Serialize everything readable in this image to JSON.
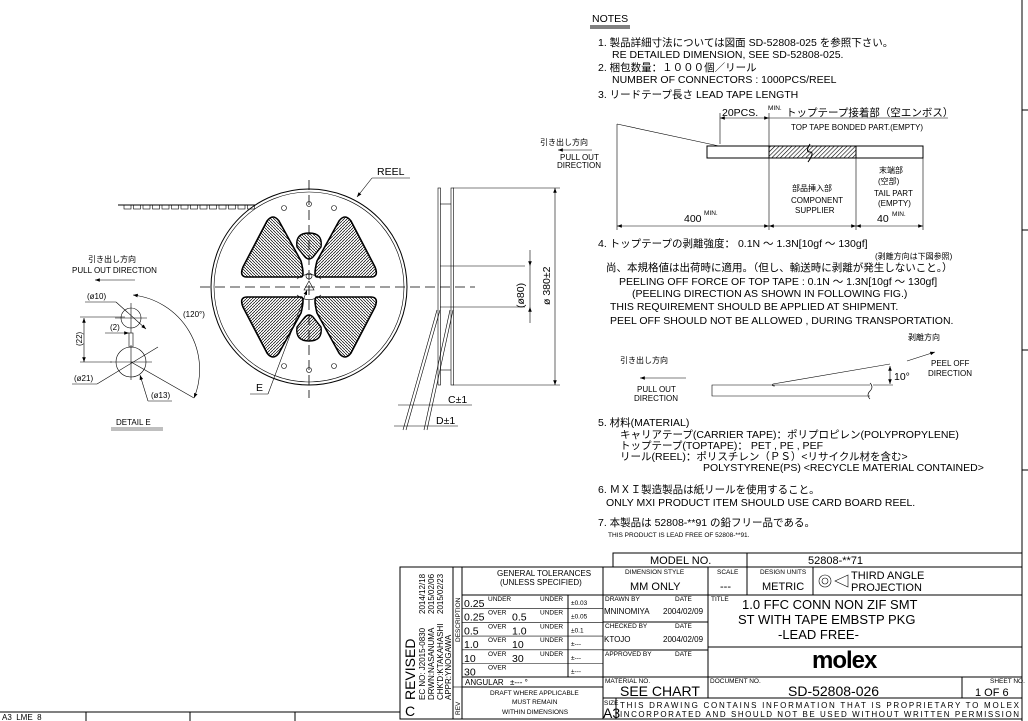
{
  "notes": {
    "heading": "NOTES",
    "n1_jp": "1. 製品詳細寸法については図面 SD-52808-025 を参照下さい。",
    "n1_en": "RE DETAILED DIMENSION, SEE SD-52808-025.",
    "n2_jp": "2. 梱包数量：１０００個／リール",
    "n2_en": "NUMBER OF CONNECTORS : 1000PCS/REEL",
    "n3": "3. リードテープ長さ LEAD TAPE LENGTH",
    "n4_jp": "4. トップテープの剥離強度：  0.1N ～ 1.3N[10gf ～ 130gf]",
    "n4_jp_sub": "(剥離方向は下図参照)",
    "n4_jp2": "尚、本規格値は出荷時に適用。（但し、輸送時に剥離が発生しないこと。）",
    "n4_en1": "PEELING OFF FORCE OF TOP TAPE : 0.1N ～ 1.3N[10gf ～ 130gf]",
    "n4_en2": "(PEELING DIRECTION AS SHOWN IN FOLLOWING FIG.)",
    "n4_en3": "THIS REQUIREMENT SHOULD BE APPLIED AT SHIPMENT.",
    "n4_en4": "PEEL OFF SHOULD NOT BE ALLOWED , DURING TRANSPORTATION.",
    "n5": "5. 材料(MATERIAL)",
    "n5_a": "キャリアテープ(CARRIER TAPE)：ポリプロピレン(POLYPROPYLENE)",
    "n5_b": "トップテープ(TOPTAPE)： PET , PE , PEF",
    "n5_c": "リール(REEL)：ポリスチレン（ＰＳ）<リサイクル材を含む>",
    "n5_d": "POLYSTYRENE(PS) <RECYCLE MATERIAL CONTAINED>",
    "n6_jp": "6. ＭＸＩ製造製品は紙リールを使用すること。",
    "n6_en": "ONLY MXI PRODUCT ITEM SHOULD USE CARD BOARD REEL.",
    "n7_jp": "7. 本製品は  52808-**91  の鉛フリー品である。",
    "n7_en": "THIS PRODUCT IS LEAD FREE OF 52808-**91."
  },
  "tape_diagram": {
    "top_dim": "20PCS.",
    "min": "MIN.",
    "top_jp": "トップテープ接着部（空エンボス）",
    "top_en": "TOP TAPE BONDED PART.(EMPTY)",
    "pull_jp": "引き出し方向",
    "pull_en1": "PULL OUT",
    "pull_en2": "DIRECTION",
    "lead": "400",
    "comp_jp": "部品挿入部",
    "comp_en1": "COMPONENT",
    "comp_en2": "SUPPLIER",
    "tail_jp1": "末端部",
    "tail_jp2": "(空部)",
    "tail_en1": "TAIL PART",
    "tail_en2": "(EMPTY)",
    "tail": "40"
  },
  "peel_diagram": {
    "peel_jp": "剥離方向",
    "peel_en1": "PEEL OFF",
    "peel_en2": "DIRECTION",
    "angle": "10°",
    "pull_jp": "引き出し方向",
    "pull_en1": "PULL OUT",
    "pull_en2": "DIRECTION"
  },
  "reel": {
    "label": "REEL",
    "detail_ref": "E",
    "dia": "ø 380±2",
    "hub": "(ø80)",
    "c": "C±1",
    "d": "D±1"
  },
  "detail_e": {
    "pull_jp": "引き出し方向",
    "pull_en": "PULL OUT DIRECTION",
    "d10": "(ø10)",
    "two": "(2)",
    "d22": "(22)",
    "angle": "(120°)",
    "d21": "(ø21)",
    "d13": "(ø13)",
    "title": "DETAIL E"
  },
  "title_block": {
    "model_label": "MODEL NO.",
    "model_value": "52808-**71",
    "tol_title1": "GENERAL TOLERANCES",
    "tol_title2": "(UNLESS SPECIFIED)",
    "tol_rows": [
      {
        "a": "0.25",
        "op1": "UNDER",
        "b": "",
        "op2": "UNDER",
        "tol": "±0.03"
      },
      {
        "a": "0.25",
        "op1": "OVER",
        "b": "0.5",
        "op2": "UNDER",
        "tol": "±0.05"
      },
      {
        "a": "0.5",
        "op1": "OVER",
        "b": "1.0",
        "op2": "UNDER",
        "tol": "±0.1"
      },
      {
        "a": "1.0",
        "op1": "OVER",
        "b": "10",
        "op2": "UNDER",
        "tol": "±---"
      },
      {
        "a": "10",
        "op1": "OVER",
        "b": "30",
        "op2": "UNDER",
        "tol": "±---"
      },
      {
        "a": "30",
        "op1": "OVER",
        "b": "",
        "op2": "",
        "tol": "±---"
      }
    ],
    "angular": "ANGULAR",
    "angular_tol": "±--- °",
    "draft1": "DRAFT WHERE APPLICABLE",
    "draft2": "MUST REMAIN",
    "draft3": "WITHIN DIMENSIONS",
    "dim_style_label": "DIMENSION STYLE",
    "dim_style": "MM ONLY",
    "scale_label": "SCALE",
    "scale": "---",
    "units_label": "DESIGN UNITS",
    "units": "METRIC",
    "projection1": "THIRD ANGLE",
    "projection2": "PROJECTION",
    "drawn_label": "DRAWN BY",
    "date_label": "DATE",
    "drawn_by": "MNINOMIYA",
    "drawn_date": "2004/02/09",
    "checked_label": "CHECKED BY",
    "checked_by": "KTOJO",
    "checked_date": "2004/02/09",
    "approved_label": "APPROVED BY",
    "title_label": "TITLE",
    "title1": "1.0 FFC CONN NON ZIF SMT",
    "title2": "ST WITH TAPE EMBSTP PKG",
    "title3": "-LEAD FREE-",
    "logo": "molex",
    "material_label": "MATERIAL NO.",
    "material": "SEE CHART",
    "doc_label": "DOCUMENT NO.",
    "doc_no": "SD-52808-026",
    "sheet_label": "SHEET NO.",
    "sheet": "1 OF 6",
    "size_label": "SIZE",
    "size": "A3",
    "prop1": "THIS DRAWING CONTAINS INFORMATION THAT IS PROPRIETARY TO MOLEX",
    "prop2": "INCORPORATED AND SHOULD NOT BE USED WITHOUT WRITTEN PERMISSION",
    "rev_revised": "REVISED",
    "rev_ec": "EC NO: J2015-0830",
    "rev_ec_date": "2014/12/18",
    "rev_drwn": "DRWN:NASANUMA",
    "rev_drwn_date": "2015/02/06",
    "rev_chk": "CHK'D:KTAKAHASHI",
    "rev_chk_date": "2015/02/23",
    "rev_appr": "APPR:YNOGAWA",
    "rev_letter": "C",
    "description_label": "DESCRIPTION",
    "rev_label": "REV"
  },
  "footer_ref": "A3_LME_8"
}
